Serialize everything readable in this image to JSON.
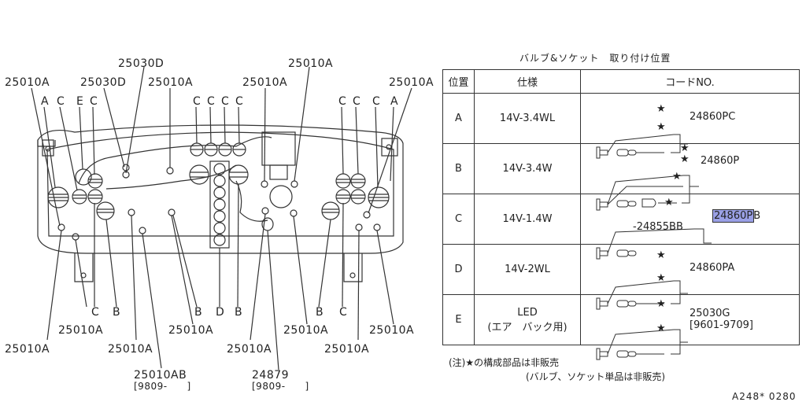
{
  "diagram": {
    "callouts": {
      "tl_25010A": "25010A",
      "t_25030D_1": "25030D",
      "t_25030D_2": "25030D",
      "t_25010A_2": "25010A",
      "t_25010A_3": "25010A",
      "t_25010A_4": "25010A",
      "tr_25010A": "25010A",
      "b_25010A_1": "25010A",
      "b_25010A_2": "25010A",
      "b_25010A_3": "25010A",
      "b_25010A_4": "25010A",
      "b_25010A_5": "25010A",
      "b_25010A_6": "25010A",
      "b_25010A_7": "25010A",
      "b_25010A_8": "25010A",
      "b_25010AB": "25010AB",
      "b_25010AB_date": "[9809-　　]",
      "b_24879": "24879",
      "b_24879_date": "[9809-　　]"
    },
    "letters_top": [
      "A",
      "C",
      "E",
      "C",
      "C",
      "C",
      "C",
      "C",
      "C",
      "C",
      "C",
      "A"
    ],
    "letters_bottom": [
      "C",
      "B",
      "B",
      "D",
      "B",
      "B",
      "C"
    ]
  },
  "table": {
    "title": "バルブ&ソケット　取り付け位置",
    "headers": [
      "位置",
      "仕様",
      "コードNO."
    ],
    "rows": [
      {
        "pos": "A",
        "spec": "14V-3.4WL",
        "code": "24860PC"
      },
      {
        "pos": "B",
        "spec": "14V-3.4W",
        "code": "24860P"
      },
      {
        "pos": "C",
        "spec": "14V-1.4W",
        "code_sub": "24855BB",
        "code_hl": "24860P",
        "code_suffix": "B"
      },
      {
        "pos": "D",
        "spec": "14V-2WL",
        "code": "24860PA"
      },
      {
        "pos": "E",
        "spec": "LED",
        "spec_sub": "(エア　バック用)",
        "code": "25030G",
        "code_date": "[9601-9709]"
      }
    ]
  },
  "notes": {
    "line1": "(注)★の構成部品は非販売",
    "line2": "(バルブ、ソケット単品は非販売)"
  },
  "figure_code": "A248* 0280"
}
